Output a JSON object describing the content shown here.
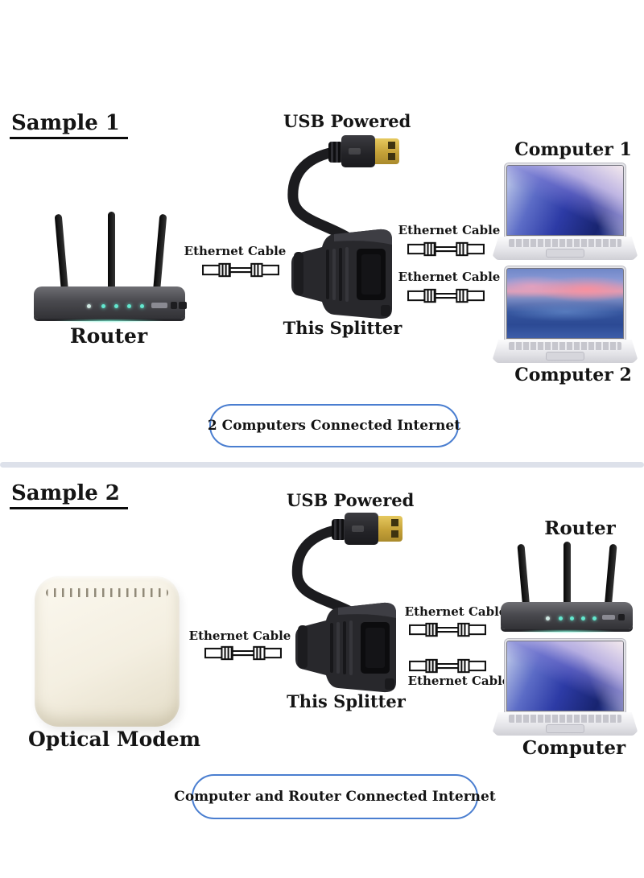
{
  "sample1": {
    "heading": "Sample 1",
    "usb_label": "USB Powered",
    "splitter_label": "This Splitter",
    "router_label": "Router",
    "ethernet_left": "Ethernet Cable",
    "ethernet_right_top": "Ethernet Cable",
    "ethernet_right_bottom": "Ethernet Cable",
    "computer1_label": "Computer 1",
    "computer2_label": "Computer 2",
    "badge": "2 Computers Connected Internet"
  },
  "sample2": {
    "heading": "Sample 2",
    "usb_label": "USB Powered",
    "splitter_label": "This Splitter",
    "modem_label": "Optical Modem",
    "ethernet_left": "Ethernet Cable",
    "ethernet_right_top": "Ethernet Cable",
    "ethernet_right_bottom": "Ethernet Cable",
    "router_label": "Router",
    "computer_label": "Computer",
    "badge": "Computer and Router Connected Internet"
  },
  "icons": {
    "ethernet_cable": "rj45-patch-cable",
    "usb": "usb-a-plug",
    "splitter": "ethernet-splitter-adapter",
    "router": "wifi-router-3-antennas",
    "laptop": "laptop-computer",
    "modem": "optical-modem-box"
  },
  "colors": {
    "badge_border": "#4a7ed0",
    "divider": "#dde1ea",
    "led_green": "#63e8cf",
    "usb_gold": "#c5a138",
    "device_black": "#28282c",
    "text": "#151515",
    "background": "#ffffff"
  }
}
